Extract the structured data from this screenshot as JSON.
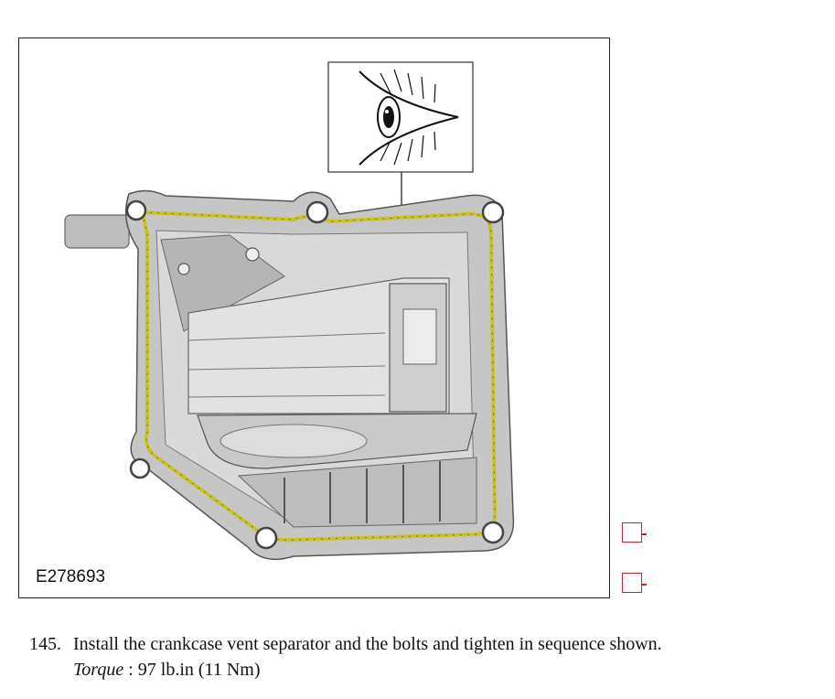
{
  "figure": {
    "id_label": "E278693",
    "icon": "eye-view-icon"
  },
  "checkboxes": [
    "checkbox-1",
    "checkbox-2"
  ],
  "step": {
    "number": "145.",
    "instruction": "Install the crankcase vent separator and the bolts and tighten in sequence shown.",
    "torque_label": "Torque",
    "torque_sep": " : ",
    "torque_value": "97 lb.in (11 Nm)"
  },
  "colors": {
    "gasket": "#c9c227",
    "accent_checkbox": "#d0222a"
  }
}
